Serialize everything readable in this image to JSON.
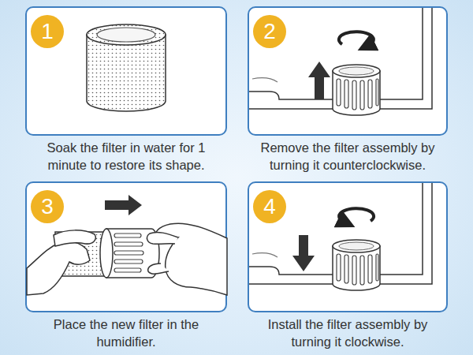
{
  "diagram": {
    "nodes": [
      {
        "text": [
          "Soak the filter in water for 1 minute to restore its shape."
        ]
      },
      {
        "text": [
          "1"
        ],
        "in": 0
      },
      {
        "text": [
          "Remove the filter assembly by turning it counterclockwise."
        ]
      },
      {
        "text": [
          "2"
        ],
        "in": 2
      },
      {
        "text": [
          "Place the new filter in the humidifier."
        ]
      },
      {
        "text": [
          "3"
        ],
        "in": 4
      },
      {
        "text": [
          "Install the filter assembly by turning it clockwise."
        ]
      },
      {
        "text": [
          "4"
        ],
        "in": 6
      }
    ]
  }
}
